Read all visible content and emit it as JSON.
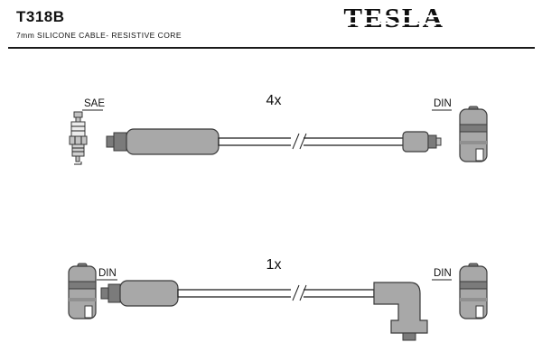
{
  "header": {
    "part_number": "T318B",
    "description": "7mm SILICONE CABLE- RESISTIVE CORE",
    "brand": "TESLA"
  },
  "diagram": {
    "top_cable": {
      "quantity": "4x",
      "left_connector": "SAE",
      "right_connector": "DIN"
    },
    "bottom_cable": {
      "quantity": "1x",
      "left_connector": "DIN",
      "right_connector": "DIN"
    }
  },
  "icons": {
    "spark_plug": "spark-plug-icon",
    "din_terminal": "din-terminal-icon",
    "cable_break": "cable-break-icon"
  },
  "colors": {
    "background": "#ffffff",
    "text": "#111111",
    "boot_gray": "#a8a8a8",
    "dark_gray": "#7b7b7b",
    "outline": "#3a3a3a"
  }
}
